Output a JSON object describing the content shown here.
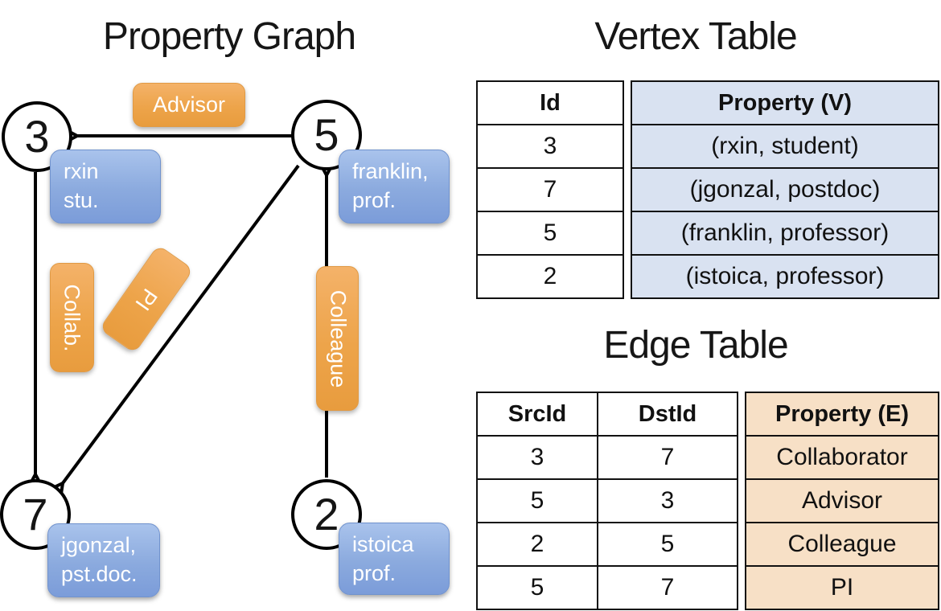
{
  "graph": {
    "title": "Property Graph",
    "vertices": [
      {
        "id": "3",
        "label_line1": "rxin",
        "label_line2": "stu."
      },
      {
        "id": "5",
        "label_line1": "franklin,",
        "label_line2": "prof."
      },
      {
        "id": "7",
        "label_line1": "jgonzal,",
        "label_line2": "pst.doc."
      },
      {
        "id": "2",
        "label_line1": "istoica",
        "label_line2": "prof."
      }
    ],
    "edge_labels": {
      "advisor": "Advisor",
      "collab": "Collab.",
      "pi": "PI",
      "colleague": "Colleague"
    }
  },
  "vertex_table": {
    "title": "Vertex Table",
    "headers": {
      "id": "Id",
      "property": "Property (V)"
    },
    "rows": [
      {
        "id": "3",
        "property": "(rxin, student)"
      },
      {
        "id": "7",
        "property": "(jgonzal, postdoc)"
      },
      {
        "id": "5",
        "property": "(franklin, professor)"
      },
      {
        "id": "2",
        "property": "(istoica, professor)"
      }
    ]
  },
  "edge_table": {
    "title": "Edge Table",
    "headers": {
      "src": "SrcId",
      "dst": "DstId",
      "property": "Property (E)"
    },
    "rows": [
      {
        "src": "3",
        "dst": "7",
        "property": "Collaborator"
      },
      {
        "src": "5",
        "dst": "3",
        "property": "Advisor"
      },
      {
        "src": "2",
        "dst": "5",
        "property": "Colleague"
      },
      {
        "src": "5",
        "dst": "7",
        "property": "PI"
      }
    ]
  },
  "colors": {
    "vertex_property_fill": "#8baade",
    "edge_label_fill": "#eda44a",
    "vertex_table_fill": "#d9e2f1",
    "edge_table_fill": "#f7e0c6",
    "line": "#000000"
  }
}
